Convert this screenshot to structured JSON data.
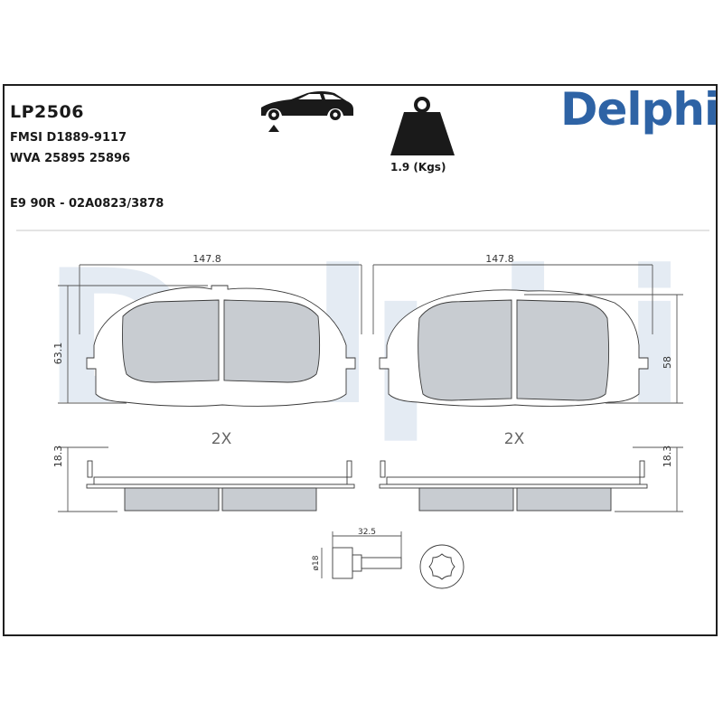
{
  "header": {
    "part_code": "LP2506",
    "fmsi": "FMSI D1889-9117",
    "wva": "WVA 25895 25896",
    "approval": "E9 90R - 02A0823/3878",
    "weight": "1.9 (Kgs)",
    "brand": "Delphi",
    "brand_color": "#2e63a5",
    "icons": [
      "car-front-axle-icon",
      "weight-icon"
    ]
  },
  "drawing": {
    "left_pad": {
      "width_dim": "147.8",
      "height_dim": "63.1",
      "qty": "2X",
      "thickness_dim": "18.3"
    },
    "right_pad": {
      "width_dim": "147.8",
      "height_dim": "58",
      "qty": "2X",
      "thickness_dim": "18.3"
    },
    "bolt": {
      "length_dim": "32.5",
      "diameter_dim": "ø18"
    },
    "watermark": "Delphi"
  }
}
